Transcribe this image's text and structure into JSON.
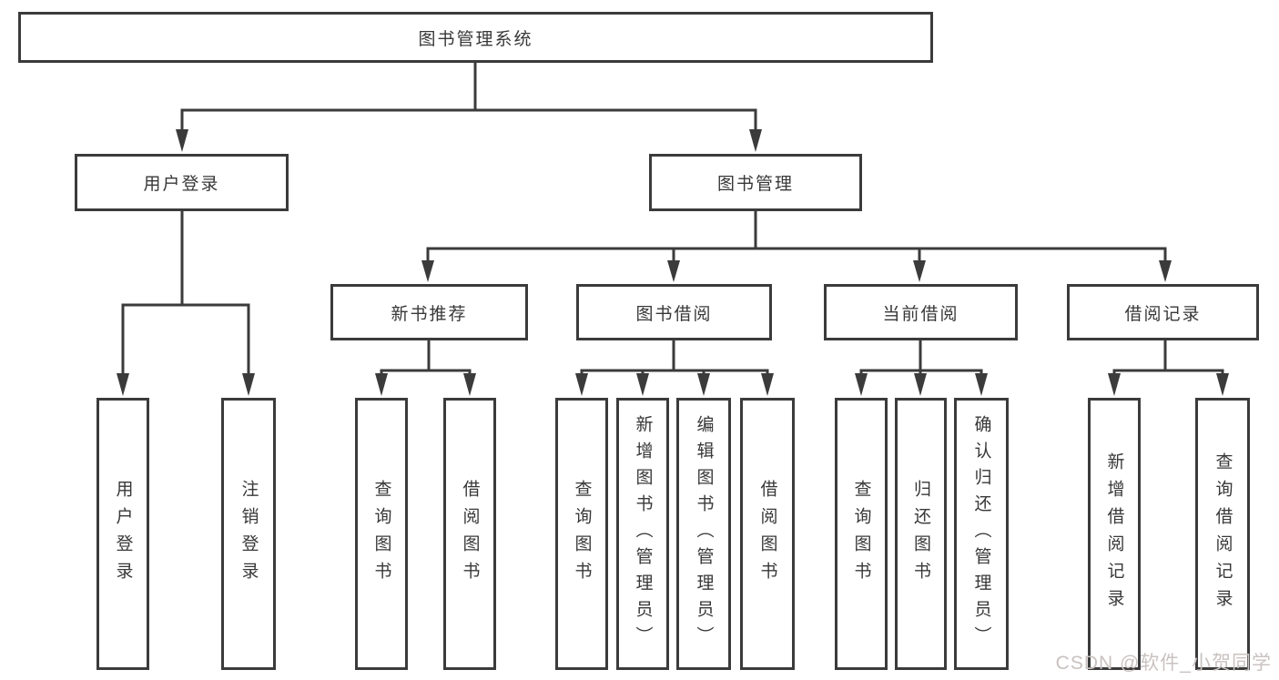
{
  "tree": {
    "root": {
      "label": "图书管理系统"
    },
    "branches": [
      {
        "label": "用户登录",
        "leaves": [
          {
            "label": "用户登录"
          },
          {
            "label": "注销登录"
          }
        ]
      },
      {
        "label": "图书管理",
        "groups": [
          {
            "label": "新书推荐",
            "leaves": [
              {
                "label": "查询图书"
              },
              {
                "label": "借阅图书"
              }
            ]
          },
          {
            "label": "图书借阅",
            "leaves": [
              {
                "label": "查询图书"
              },
              {
                "label": "新增图书（管理员）"
              },
              {
                "label": "编辑图书（管理员）"
              },
              {
                "label": "借阅图书"
              }
            ]
          },
          {
            "label": "当前借阅",
            "leaves": [
              {
                "label": "查询图书"
              },
              {
                "label": "归还图书"
              },
              {
                "label": "确认归还（管理员）"
              }
            ]
          },
          {
            "label": "借阅记录",
            "leaves": [
              {
                "label": "新增借阅记录"
              },
              {
                "label": "查询借阅记录"
              }
            ]
          }
        ]
      }
    ]
  },
  "watermark": {
    "text": "CSDN @软件_小贺同学"
  },
  "colors": {
    "line": "#3b3b3b",
    "text": "#383838",
    "node_fill": "#ffffff",
    "watermark": "#c9c2c0",
    "background": "#ffffff"
  }
}
